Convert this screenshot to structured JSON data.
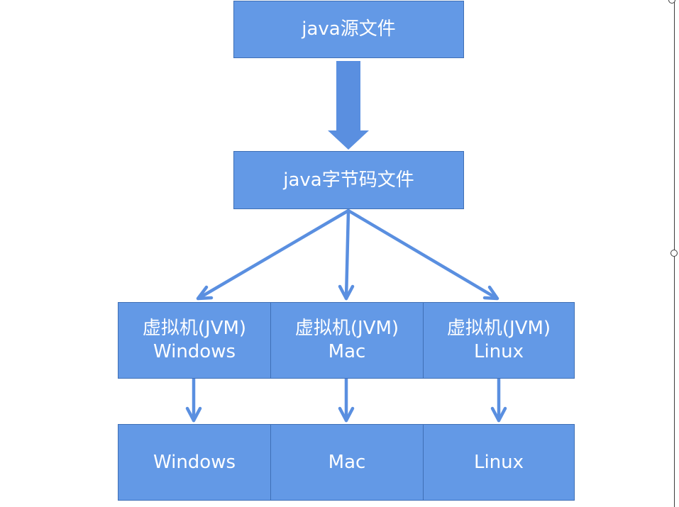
{
  "colors": {
    "box_fill": "#6399e6",
    "box_border": "#3f6fb5",
    "arrow": "#5a8fe0",
    "text": "#ffffff"
  },
  "nodes": {
    "source": {
      "label": "java源文件"
    },
    "bytecode": {
      "label": "java字节码文件"
    },
    "jvm_windows": {
      "line1": "虚拟机(JVM)",
      "line2": "Windows"
    },
    "jvm_mac": {
      "line1": "虚拟机(JVM)",
      "line2": "Mac"
    },
    "jvm_linux": {
      "line1": "虚拟机(JVM)",
      "line2": "Linux"
    },
    "os_windows": {
      "label": "Windows"
    },
    "os_mac": {
      "label": "Mac"
    },
    "os_linux": {
      "label": "Linux"
    }
  }
}
